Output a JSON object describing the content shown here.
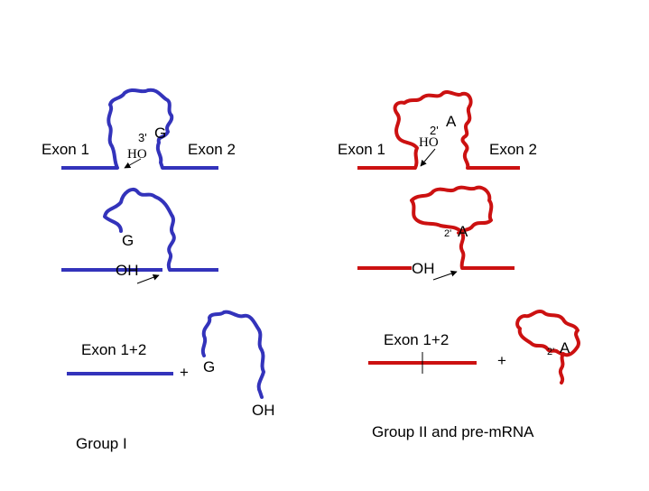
{
  "colors": {
    "group1": "#3333bb",
    "group2": "#cc1111",
    "text": "#000000"
  },
  "labels": {
    "exon1": "Exon 1",
    "exon2": "Exon 2",
    "exon12": "Exon 1+2",
    "g": "G",
    "a": "A",
    "oh": "OH",
    "ho": "HO",
    "three_prime": "3'",
    "two_prime": "2'",
    "plus": "+",
    "group1_caption": "Group I",
    "group2_caption": "Group II and pre-mRNA"
  }
}
